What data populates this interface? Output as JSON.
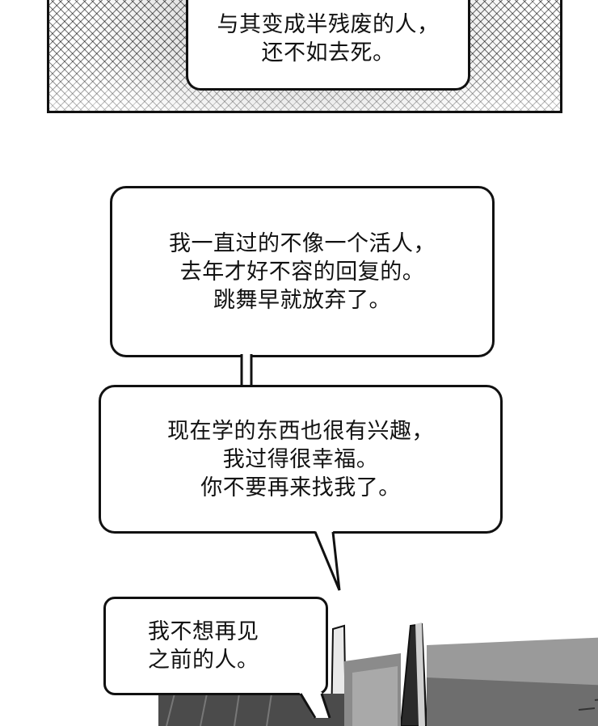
{
  "bubbles": {
    "top": {
      "lines": [
        "与其变成半残废的人，",
        "还不如去死。"
      ]
    },
    "first": {
      "lines": [
        "我一直过的不像一个活人，",
        "去年才好不容的回复的。",
        "跳舞早就放弃了。"
      ]
    },
    "second": {
      "lines": [
        "现在学的东西也很有兴趣，",
        "我过得很幸福。",
        "你不要再来找我了。"
      ]
    },
    "third": {
      "lines": [
        "我不想再见",
        "之前的人。"
      ]
    }
  }
}
